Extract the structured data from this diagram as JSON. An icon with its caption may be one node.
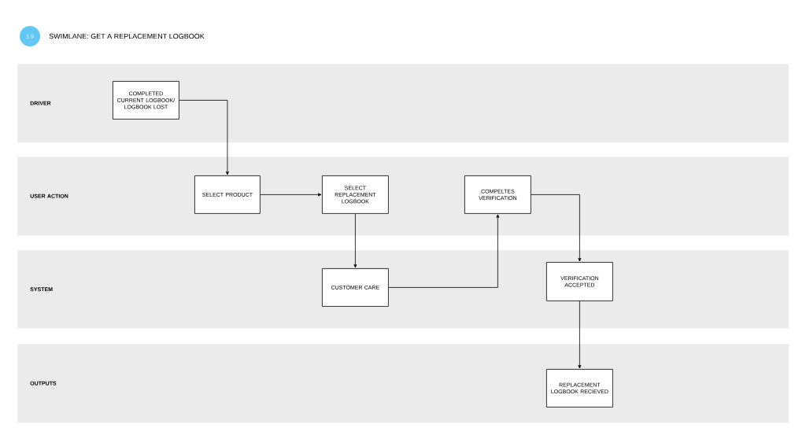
{
  "diagram": {
    "title": "SWIMLANE: GET A REPLACEMENT LOGBOOK",
    "nodes": [
      {
        "text": [
          "1.9"
        ]
      },
      {
        "text": [
          "DRIVER"
        ]
      },
      {
        "text": [
          "COMPLETED CURRENT LOGBOOK/ LOGBOOK LOST"
        ],
        "in": 1
      },
      {
        "text": [
          "USER ACTION"
        ]
      },
      {
        "text": [
          "SELECT PRODUCT"
        ],
        "in": 3
      },
      {
        "text": [
          "SELECT REPLACEMENT LOGBOOK"
        ],
        "in": 3
      },
      {
        "text": [
          "COMPELTES VERIFICATION"
        ],
        "in": 3
      },
      {
        "text": [
          "SYSTEM"
        ]
      },
      {
        "text": [
          "CUSTOMER CARE"
        ],
        "in": 7
      },
      {
        "text": [
          "VERIFICATION ACCEPTED"
        ],
        "in": 7
      },
      {
        "text": [
          "OUTPUTS"
        ]
      },
      {
        "text": [
          "REPLACEMENT LOGBOOK RECIEVED"
        ],
        "in": 10
      }
    ],
    "edges": [
      {
        "from": 2,
        "to": 4,
        "arrow": "to"
      },
      {
        "from": 4,
        "to": 5,
        "arrow": "to"
      },
      {
        "from": 5,
        "to": 8,
        "arrow": "to"
      },
      {
        "from": 8,
        "to": 6,
        "arrow": "to"
      },
      {
        "from": 6,
        "to": 9,
        "arrow": "to"
      },
      {
        "from": 9,
        "to": 11,
        "arrow": "to"
      }
    ]
  }
}
